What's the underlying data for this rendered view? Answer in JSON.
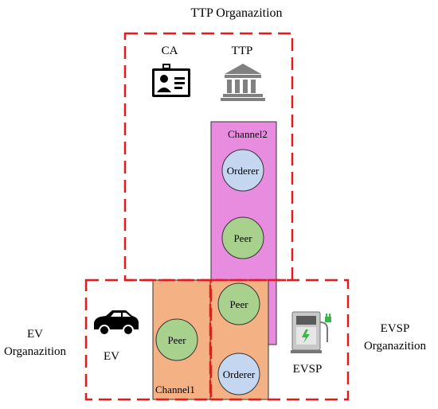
{
  "ttp_org": {
    "title": "TTP Organazition",
    "ca_label": "CA",
    "ttp_label": "TTP"
  },
  "ev_org": {
    "title_line1": "EV",
    "title_line2": "Organazition",
    "ev_label": "EV"
  },
  "evsp_org": {
    "title_line1": "EVSP",
    "title_line2": "Organazition",
    "evsp_label": "EVSP"
  },
  "channel2": {
    "label": "Channel2",
    "nodes": [
      "Orderer",
      "Peer"
    ]
  },
  "channel1": {
    "label": "Channel1",
    "nodes": [
      "Peer"
    ]
  },
  "shared": {
    "nodes": [
      "Peer",
      "Orderer"
    ]
  },
  "colors": {
    "boundary": "#e8191b",
    "channel2_fill": "#e88ce0",
    "channel1_fill": "#f4b183",
    "peer_fill": "#a9d18e",
    "orderer_fill": "#c5d7f0"
  },
  "icons": [
    "id-badge-icon",
    "bank-building-icon",
    "car-icon",
    "charging-station-icon"
  ]
}
